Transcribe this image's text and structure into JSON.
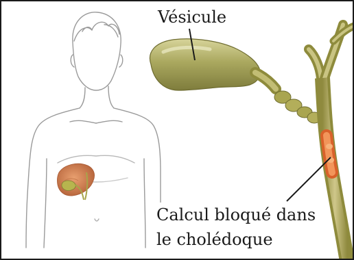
{
  "labels": {
    "gallbladder": "Vésicule",
    "stone_line1": "Calcul bloqué dans",
    "stone_line2": "le cholédoque"
  },
  "colors": {
    "frame": "#1a1a1a",
    "outline": "#9a9a9a",
    "gallbladder": "#a9a75c",
    "bile_duct": "#b9b062",
    "stone_region": "#e8763a",
    "liver": "#d08a5c"
  }
}
